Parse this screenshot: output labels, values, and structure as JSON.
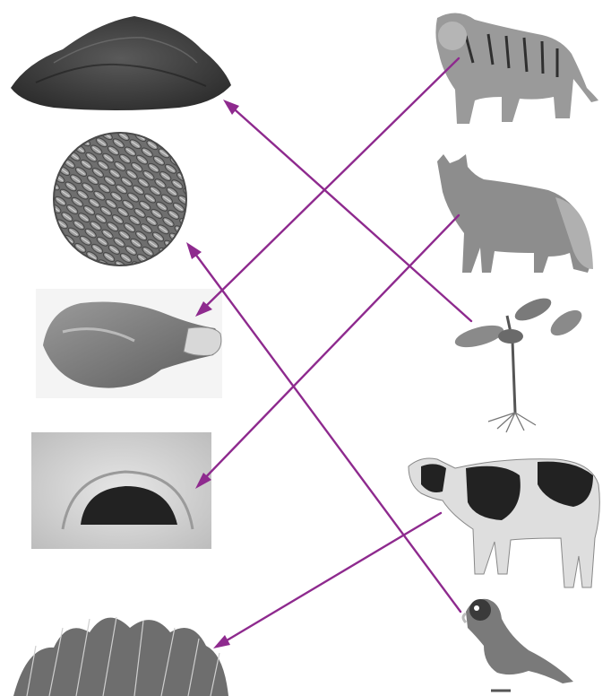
{
  "diagram": {
    "left_items": [
      "soil",
      "sunflower-seeds",
      "meat",
      "burrow",
      "grass"
    ],
    "right_items": [
      "tiger",
      "fox",
      "plant",
      "cow",
      "parrot"
    ],
    "connections": [
      {
        "from": "tiger",
        "to": "meat"
      },
      {
        "from": "fox",
        "to": "burrow"
      },
      {
        "from": "plant",
        "to": "soil"
      },
      {
        "from": "cow",
        "to": "grass"
      },
      {
        "from": "parrot",
        "to": "sunflower-seeds"
      }
    ]
  },
  "colors": {
    "arrow": "#8e2a8e",
    "image_dark": "#3a3a3a",
    "image_mid": "#7a7a7a",
    "image_light": "#c9c9c9"
  }
}
